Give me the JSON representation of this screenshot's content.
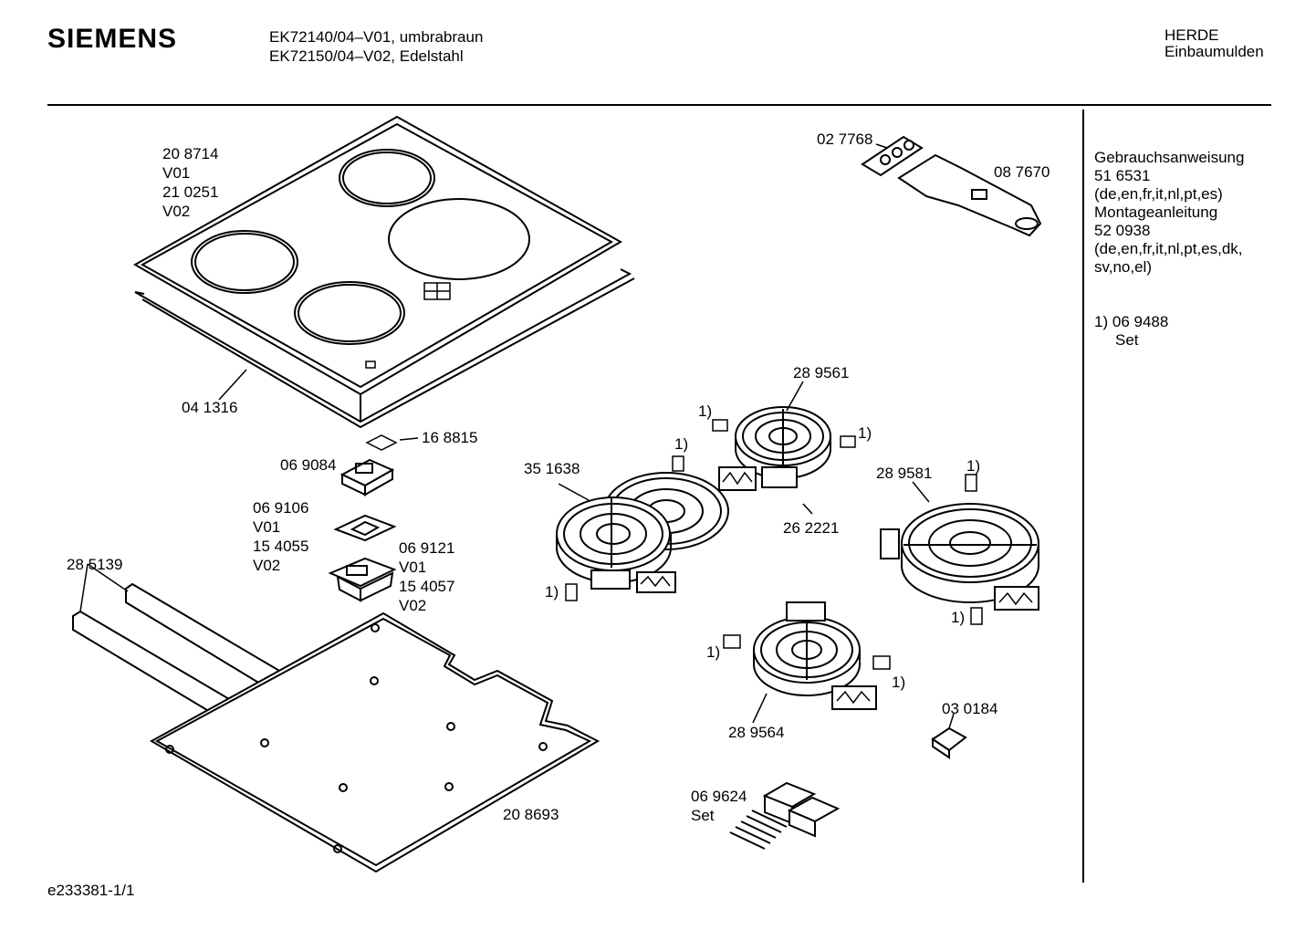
{
  "header": {
    "brand": "SIEMENS",
    "model_line_1": "EK72140/04–V01, umbrabraun",
    "model_line_2": "EK72150/04–V02, Edelstahl",
    "category_line_1": "HERDE",
    "category_line_2": "Einbaumulden"
  },
  "sidebar": {
    "manual_title": "Gebrauchsanweisung",
    "manual_number": "51 6531",
    "manual_languages": "(de,en,fr,it,nl,pt,es)",
    "install_title": "Montageanleitung",
    "install_number": "52 0938",
    "install_languages_1": "(de,en,fr,it,nl,pt,es,dk,",
    "install_languages_2": "sv,no,el)",
    "footnote_marker": "1)",
    "footnote_number": "06 9488",
    "footnote_label": "Set"
  },
  "parts": {
    "hob_top_1": "20 8714",
    "hob_top_1_var": "V01",
    "hob_top_2": "21 0251",
    "hob_top_2_var": "V02",
    "gasket": "04 1316",
    "label": "16 8815",
    "part_069084": "06 9084",
    "part_069106": "06 9106",
    "part_069106_var": "V01",
    "part_154055": "15 4055",
    "part_154055_var": "V02",
    "part_069121": "06 9121",
    "part_069121_var": "V01",
    "part_154057": "15 4057",
    "part_154057_var": "V02",
    "rail": "28 5139",
    "base_plate": "20 8693",
    "scraper_holder": "02 7768",
    "scraper": "08 7670",
    "heater_dual": "35 1638",
    "heater_289561": "28 9561",
    "limiter": "26 2221",
    "heater_289581": "28 9581",
    "heater_289564": "28 9564",
    "terminal": "03 0184",
    "connector_set": "06 9624",
    "connector_set_label": "Set",
    "footnote_marker": "1)"
  },
  "footer": {
    "drawing_id": "e233381-1/1"
  }
}
